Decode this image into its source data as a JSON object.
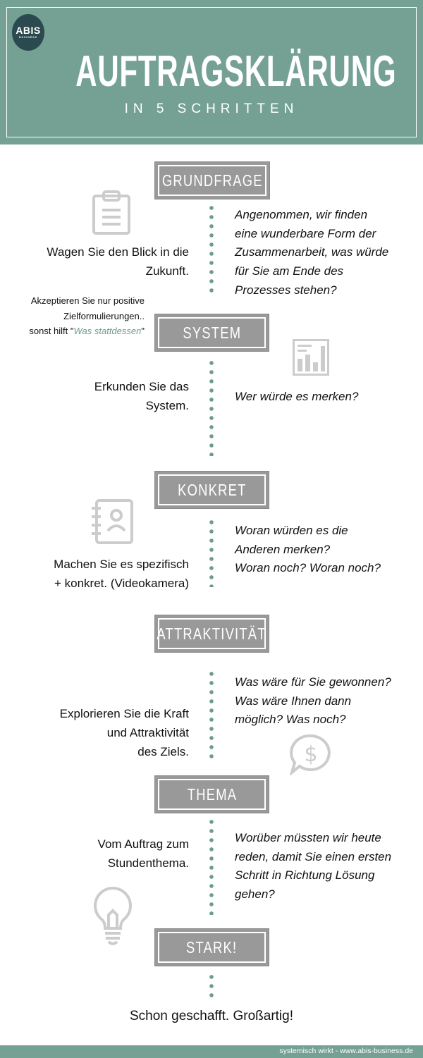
{
  "header": {
    "logo_main": "ABIS",
    "logo_sub": "BUSINESS",
    "title": "AUFTRAGSKLÄRUNG",
    "subtitle": "IN 5 SCHRITTEN"
  },
  "steps": [
    {
      "label": "GRUNDFRAGE",
      "left": [
        "Wagen Sie den Blick in die",
        "Zukunft."
      ],
      "right": [
        "Angenommen, wir finden",
        "eine wunderbare Form der",
        "Zusammenarbeit, was würde",
        "für Sie am Ende des",
        "Prozesses stehen?"
      ]
    },
    {
      "label": "SYSTEM",
      "left": [
        "Erkunden Sie das",
        "System."
      ],
      "right": [
        "Wer würde es merken?"
      ]
    },
    {
      "label": "KONKRET",
      "left": [
        "Machen Sie es spezifisch",
        "+ konkret. (Videokamera)"
      ],
      "right": [
        "Woran würden es die",
        "Anderen merken?",
        "Woran noch? Woran noch?"
      ]
    },
    {
      "label": "ATTRAKTIVITÄT",
      "left": [
        "Explorieren Sie die Kraft",
        "und Attraktivität",
        "des Ziels."
      ],
      "right": [
        "Was wäre für Sie gewonnen?",
        "Was wäre Ihnen dann",
        "möglich? Was noch?"
      ]
    },
    {
      "label": "THEMA",
      "left": [
        "Vom Auftrag zum",
        "Stundenthema."
      ],
      "right": [
        "Worüber müssten wir heute",
        "reden, damit Sie einen ersten",
        "Schritt in Richtung Lösung",
        "gehen?"
      ]
    },
    {
      "label": "STARK!"
    }
  ],
  "note": {
    "line1": "Akzeptieren Sie nur positive",
    "line2": "Zielformulierungen..",
    "line3_pre": "sonst hilft \"",
    "line3_hl": "Was stattdessen",
    "line3_post": "\""
  },
  "final": "Schon geschafft. Großartig!",
  "footer": "systemisch wirkt - www.abis-business.de",
  "colors": {
    "accent": "#75a195",
    "box": "#999999",
    "logo": "#2b4a4f"
  }
}
